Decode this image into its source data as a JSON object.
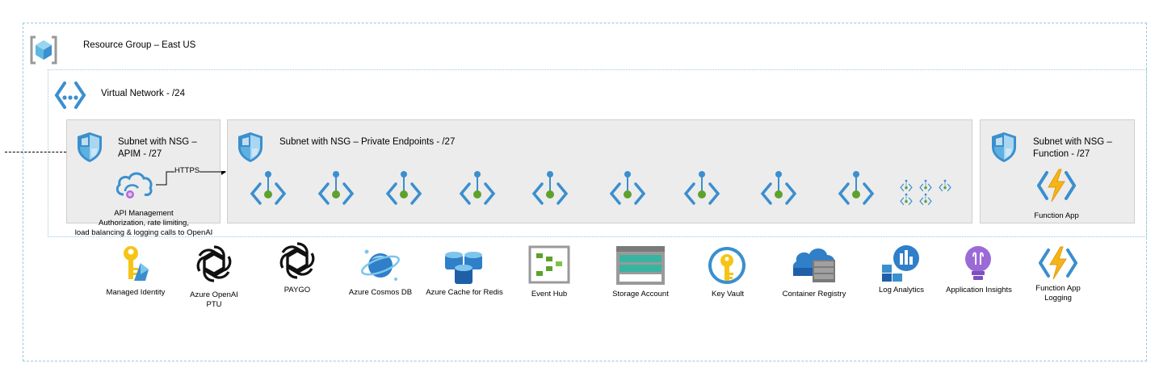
{
  "resource_group": {
    "label": "Resource Group – East US",
    "icon": "resource-group-icon"
  },
  "vnet": {
    "label": "Virtual Network - /24",
    "icon": "virtual-network-icon"
  },
  "subnets": {
    "apim": {
      "label": "Subnet with NSG –\nAPIM - /27",
      "icon": "nsg-shield-icon"
    },
    "pe": {
      "label": "Subnet with NSG – Private Endpoints - /27",
      "icon": "nsg-shield-icon"
    },
    "func": {
      "label": "Subnet with NSG –\nFunction - /27",
      "icon": "nsg-shield-icon"
    }
  },
  "apim": {
    "label": "API Management\nAuthorization, rate limiting,\nload balancing & logging calls to OpenAI",
    "icon": "api-management-icon"
  },
  "https_label": "HTTPS",
  "function_app": {
    "label": "Function App",
    "icon": "function-app-icon"
  },
  "private_endpoint_icon": "private-endpoint-icon",
  "services": [
    {
      "label": "Managed Identity",
      "icon": "managed-identity-icon"
    },
    {
      "label": "Azure OpenAI\nPTU",
      "icon": "openai-icon"
    },
    {
      "label": "PAYGO",
      "icon": "openai-icon"
    },
    {
      "label": "Azure Cosmos DB",
      "icon": "cosmos-db-icon"
    },
    {
      "label": "Azure Cache for Redis",
      "icon": "redis-cache-icon"
    },
    {
      "label": "Event Hub",
      "icon": "event-hub-icon"
    },
    {
      "label": "Storage Account",
      "icon": "storage-account-icon"
    },
    {
      "label": "Key Vault",
      "icon": "key-vault-icon"
    },
    {
      "label": "Container Registry",
      "icon": "container-registry-icon"
    },
    {
      "label": "Log Analytics",
      "icon": "log-analytics-icon"
    },
    {
      "label": "Application Insights",
      "icon": "application-insights-icon"
    },
    {
      "label": "Function App\nLogging",
      "icon": "function-app-icon"
    }
  ],
  "colors": {
    "border": "#9cc7de",
    "subnet_bg": "#ececec",
    "azure_blue": "#0078d4",
    "pe_green": "#5ea12c"
  }
}
